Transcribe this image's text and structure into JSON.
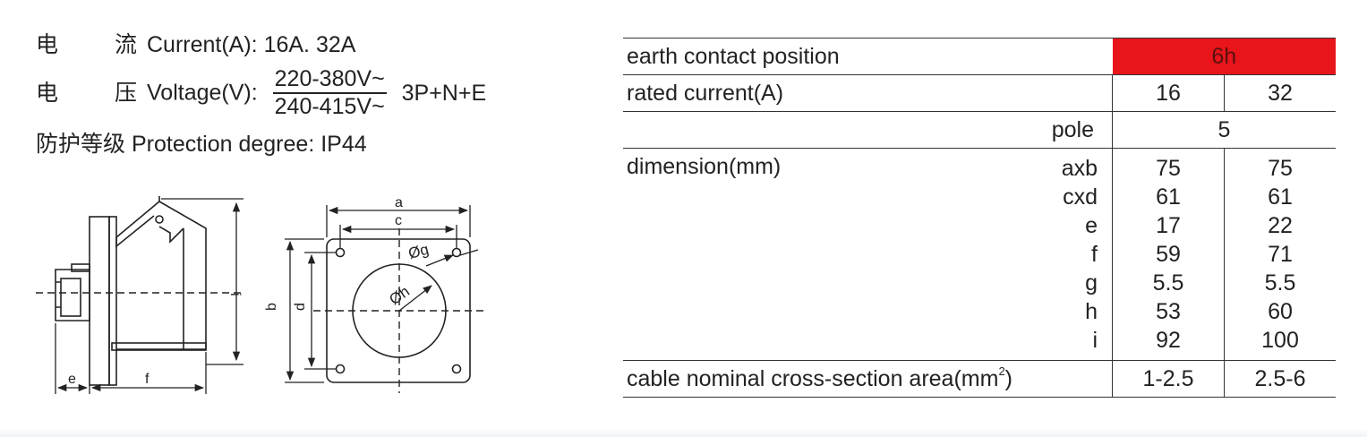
{
  "specs": {
    "current": {
      "cjk1": "电",
      "cjk2": "流",
      "text": "Current(A): 16A. 32A"
    },
    "voltage": {
      "cjk1": "电",
      "cjk2": "压",
      "label": "Voltage(V):",
      "numerator": "220-380V~",
      "denominator": "240-415V~",
      "config": "3P+N+E"
    },
    "protection": {
      "cjk": "防护等级",
      "text": "Protection degree: IP44"
    }
  },
  "drawing": {
    "side_labels": {
      "e": "e",
      "f": "f",
      "i": "i"
    },
    "front_labels": {
      "a": "a",
      "c": "c",
      "b": "b",
      "d": "d",
      "g": "Øg",
      "h": "Øh"
    }
  },
  "table": {
    "earth": {
      "label": "earth contact position",
      "value": "6h"
    },
    "rated": {
      "label": "rated current(A)",
      "v1": "16",
      "v2": "32"
    },
    "pole": {
      "label": "pole",
      "value": "5"
    },
    "dimension": {
      "label": "dimension(mm)",
      "rows": [
        {
          "sym": "axb",
          "v1": "75",
          "v2": "75"
        },
        {
          "sym": "cxd",
          "v1": "61",
          "v2": "61"
        },
        {
          "sym": "e",
          "v1": "17",
          "v2": "22"
        },
        {
          "sym": "f",
          "v1": "59",
          "v2": "71"
        },
        {
          "sym": "g",
          "v1": "5.5",
          "v2": "5.5"
        },
        {
          "sym": "h",
          "v1": "53",
          "v2": "60"
        },
        {
          "sym": "i",
          "v1": "92",
          "v2": "100"
        }
      ]
    },
    "cable": {
      "label": "cable nominal cross-section area(mm",
      "sup": "2",
      "close": ")",
      "v1": "1-2.5",
      "v2": "2.5-6"
    }
  },
  "colors": {
    "earth_highlight": "#e8151b",
    "text": "#222222"
  }
}
